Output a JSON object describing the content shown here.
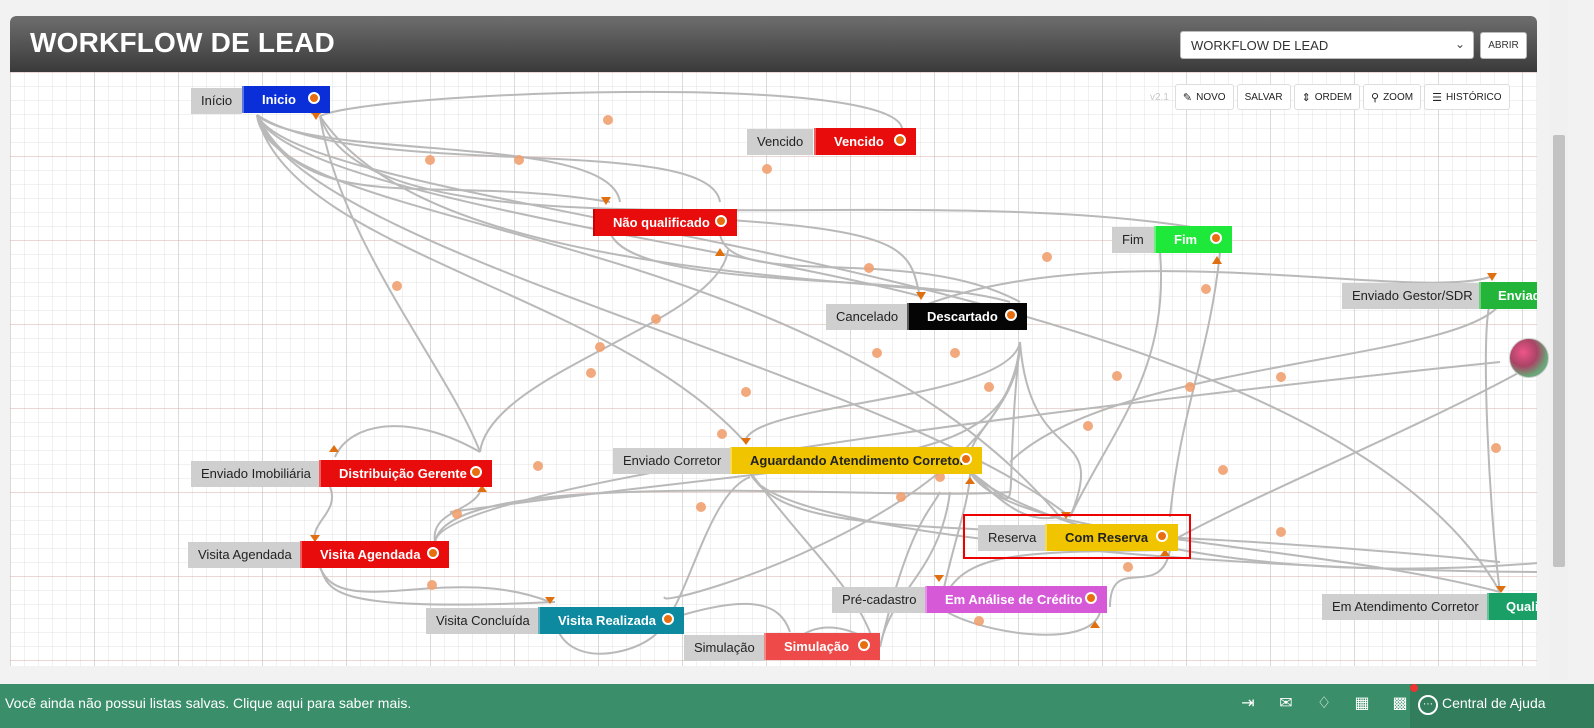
{
  "header": {
    "title": "WORKFLOW DE LEAD",
    "workflow_select": "WORKFLOW DE LEAD",
    "open_button": "ABRIR"
  },
  "toolbar": {
    "version": "v2.1",
    "new": "NOVO",
    "save": "SALVAR",
    "order": "ORDEM",
    "zoom": "ZOOM",
    "history": "HISTÓRICO"
  },
  "nodes": [
    {
      "label": "Início",
      "state": "Inicio",
      "color": "#0a2fd8"
    },
    {
      "label": "Vencido",
      "state": "Vencido",
      "color": "#e80c0c"
    },
    {
      "label": "",
      "state": "Não qualificado",
      "color": "#e80c0c"
    },
    {
      "label": "Fim",
      "state": "Fim",
      "color": "#1ee83a"
    },
    {
      "label": "Cancelado",
      "state": "Descartado",
      "color": "#050505"
    },
    {
      "label": "Enviado Gestor/SDR",
      "state": "Enviado",
      "color": "#22b53a"
    },
    {
      "label": "Enviado Imobiliária",
      "state": "Distribuição Gerente",
      "color": "#e80c0c"
    },
    {
      "label": "Enviado Corretor",
      "state": "Aguardando Atendimento Corretor",
      "color": "#f0c500"
    },
    {
      "label": "Visita Agendada",
      "state": "Visita Agendada",
      "color": "#e80c0c"
    },
    {
      "label": "Reserva",
      "state": "Com Reserva",
      "color": "#f0c500"
    },
    {
      "label": "Pré-cadastro",
      "state": "Em Análise de Crédito",
      "color": "#d65ad8"
    },
    {
      "label": "Visita Concluída",
      "state": "Visita Realizada",
      "color": "#0e8aa0"
    },
    {
      "label": "Simulação",
      "state": "Simulação",
      "color": "#ee4a4a"
    },
    {
      "label": "Em Atendimento Corretor",
      "state": "Quali",
      "color": "#1aa067"
    }
  ],
  "status_bar": {
    "message": "Você ainda não possui listas salvas. Clique aqui para saber mais.",
    "help": "Central de Ajuda"
  }
}
